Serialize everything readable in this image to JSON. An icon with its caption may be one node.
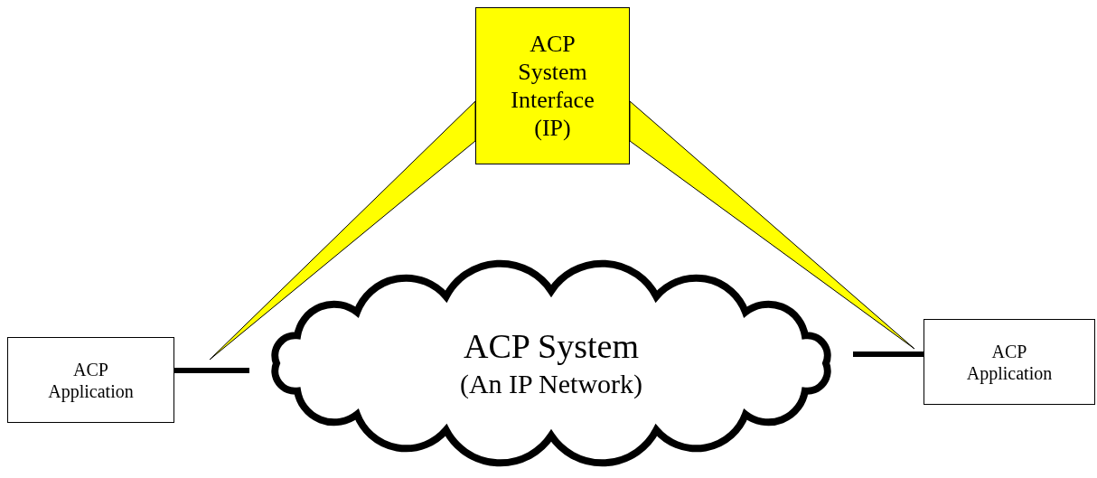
{
  "diagram": {
    "nodes": [
      {
        "text": [
          "ACP System Interface (IP)"
        ]
      },
      {
        "text": [
          "ACP Application"
        ]
      },
      {
        "text": [
          "ACP System",
          "(An IP Network)"
        ]
      },
      {
        "text": [
          "ACP Application"
        ]
      },
      {
        "text": [],
        "shape": "wedge"
      },
      {
        "text": [],
        "shape": "wedge"
      }
    ],
    "edges": [
      {
        "from": 1,
        "to": 2,
        "arrow": "none"
      },
      {
        "from": 2,
        "to": 3,
        "arrow": "none"
      }
    ]
  }
}
